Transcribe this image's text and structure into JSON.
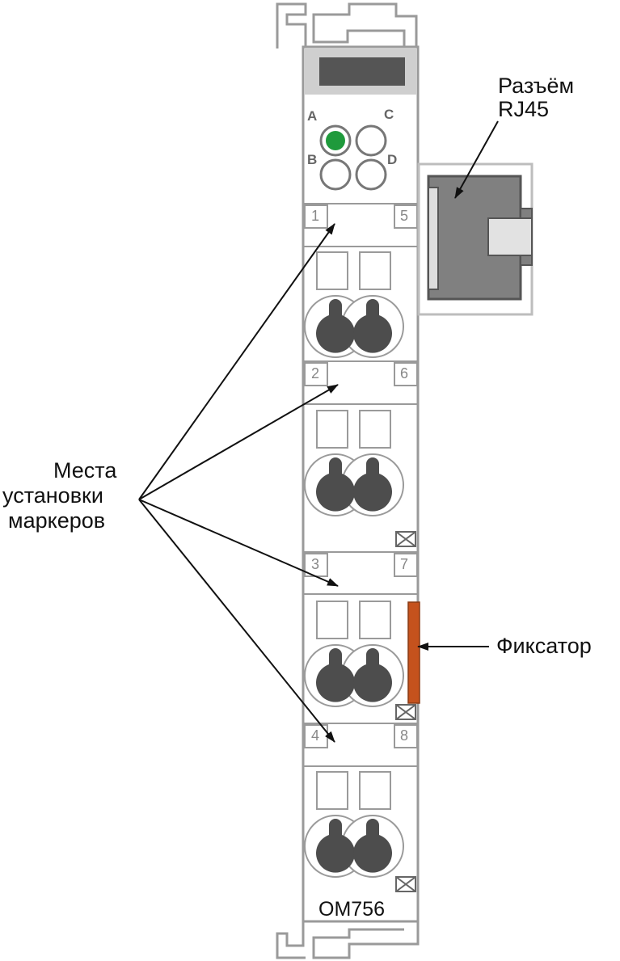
{
  "module": {
    "model": "OM756",
    "led_labels": [
      "A",
      "C",
      "B",
      "D"
    ],
    "led_colors": {
      "active": "#1f9a3c",
      "off": "#ffffff"
    },
    "channel_numbers": [
      {
        "left": "1",
        "right": "5"
      },
      {
        "left": "2",
        "right": "6"
      },
      {
        "left": "3",
        "right": "7"
      },
      {
        "left": "4",
        "right": "8"
      }
    ]
  },
  "callouts": {
    "connector": [
      "Разъём",
      "RJ45"
    ],
    "markers": [
      "Места",
      "установки",
      "маркеров"
    ],
    "latch": "Фиксатор"
  },
  "colors": {
    "housing_stroke": "#9a9a9a",
    "terminal": "#4d4d4d",
    "latch": "#c5521d",
    "connector_body": "#808080"
  }
}
